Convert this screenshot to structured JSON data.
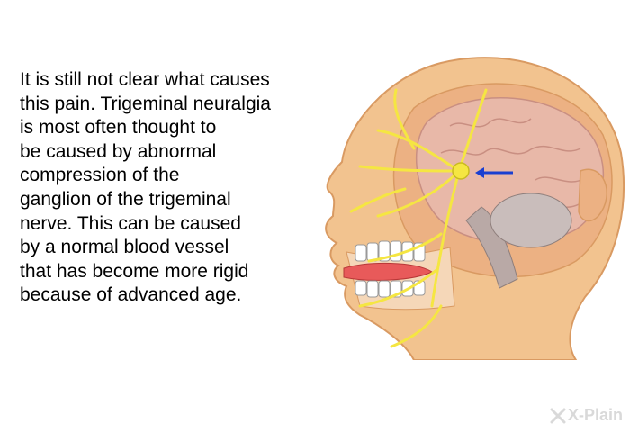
{
  "content": {
    "lines": [
      "It is still not clear what causes",
      "this pain. Trigeminal neuralgia",
      "is most often thought to",
      "be caused by abnormal",
      "compression of the",
      "ganglion of the trigeminal",
      "nerve. This can be caused",
      "by a normal blood vessel",
      "that has become more rigid",
      "because of advanced age."
    ]
  },
  "illustration": {
    "icon": "head-anatomy-trigeminal-nerve-icon",
    "colors": {
      "skin": "#f2c38f",
      "skin_outline": "#d99a62",
      "brain": "#e8b8a8",
      "nerve": "#f5e642",
      "arrow": "#1a3fd1",
      "tongue": "#e85a5a"
    }
  },
  "brand": {
    "name": "X-Plain",
    "icon": "xplain-logo-icon"
  }
}
